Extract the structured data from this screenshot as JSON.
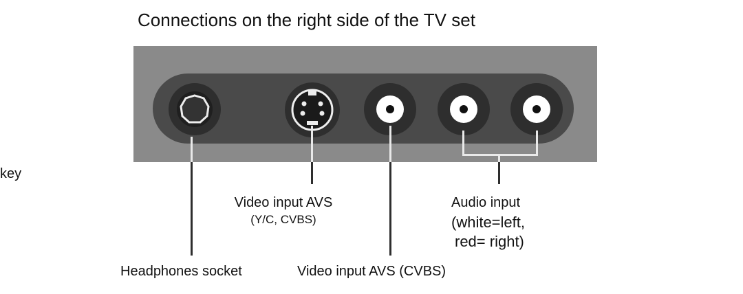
{
  "title": "Connections on the right side of the TV set",
  "edge_text": "key",
  "labels": {
    "headphones": "Headphones socket",
    "svideo_line1": "Video input AVS",
    "svideo_line2": "(Y/C, CVBS)",
    "cvbs": "Video input AVS (CVBS)",
    "audio_line1": "Audio input",
    "audio_line2": "(white=left,",
    "audio_line3": "red= right)"
  },
  "colors": {
    "panel": "#8a8a8a",
    "recess": "#4a4a4a",
    "jack_ring": "#2e2e2e",
    "jack_center": "#ffffff"
  }
}
